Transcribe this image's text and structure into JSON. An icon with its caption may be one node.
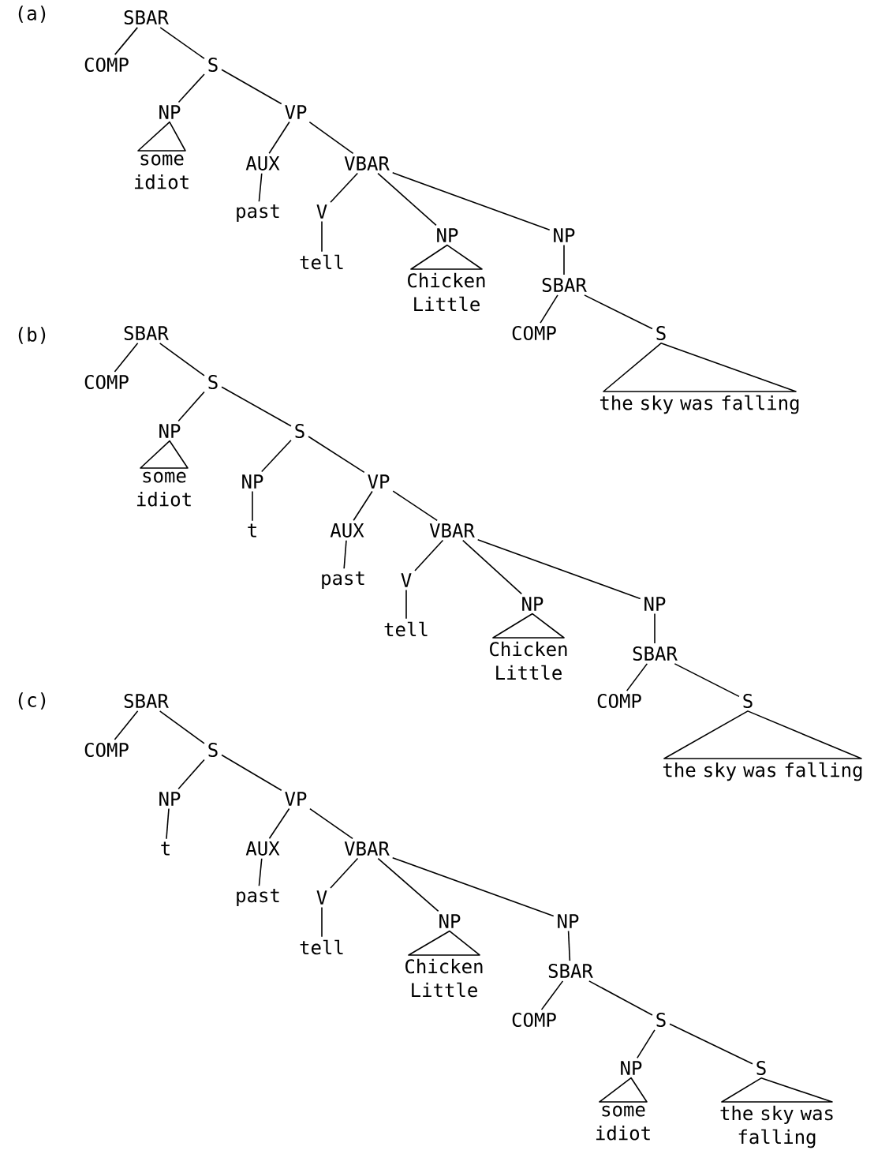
{
  "diagram": {
    "nodes": [
      {
        "text": [
          "SBAR"
        ]
      },
      {
        "text": [
          "COMP"
        ]
      },
      {
        "text": [
          "S"
        ]
      },
      {
        "text": [
          "NP"
        ],
        "beside": [
          "some idiot"
        ]
      },
      {
        "text": [
          "VP"
        ]
      },
      {
        "text": [
          "AUX"
        ]
      },
      {
        "text": [
          "VBAR"
        ]
      },
      {
        "text": [
          "past"
        ]
      },
      {
        "text": [
          "V"
        ]
      },
      {
        "text": [
          "NP"
        ],
        "beside": [
          "Chicken Little"
        ]
      },
      {
        "text": [
          "NP"
        ]
      },
      {
        "text": [
          "tell"
        ]
      },
      {
        "text": [
          "SBAR"
        ]
      },
      {
        "text": [
          "COMP"
        ]
      },
      {
        "text": [
          "S"
        ],
        "beside": [
          "the sky was falling"
        ]
      },
      {
        "text": [
          "SBAR"
        ]
      },
      {
        "text": [
          "COMP"
        ]
      },
      {
        "text": [
          "S"
        ]
      },
      {
        "text": [
          "NP"
        ],
        "beside": [
          "some idiot"
        ]
      },
      {
        "text": [
          "S"
        ]
      },
      {
        "text": [
          "NP"
        ]
      },
      {
        "text": [
          "VP"
        ]
      },
      {
        "text": [
          "t"
        ]
      },
      {
        "text": [
          "AUX"
        ]
      },
      {
        "text": [
          "VBAR"
        ]
      },
      {
        "text": [
          "past"
        ]
      },
      {
        "text": [
          "V"
        ]
      },
      {
        "text": [
          "NP"
        ],
        "beside": [
          "Chicken Little"
        ]
      },
      {
        "text": [
          "NP"
        ]
      },
      {
        "text": [
          "tell"
        ]
      },
      {
        "text": [
          "SBAR"
        ]
      },
      {
        "text": [
          "COMP"
        ]
      },
      {
        "text": [
          "S"
        ],
        "beside": [
          "the sky was falling"
        ]
      },
      {
        "text": [
          "SBAR"
        ]
      },
      {
        "text": [
          "COMP"
        ]
      },
      {
        "text": [
          "S"
        ]
      },
      {
        "text": [
          "NP"
        ]
      },
      {
        "text": [
          "VP"
        ]
      },
      {
        "text": [
          "t"
        ]
      },
      {
        "text": [
          "AUX"
        ]
      },
      {
        "text": [
          "VBAR"
        ]
      },
      {
        "text": [
          "past"
        ]
      },
      {
        "text": [
          "V"
        ]
      },
      {
        "text": [
          "NP"
        ],
        "beside": [
          "Chicken Little"
        ]
      },
      {
        "text": [
          "NP"
        ]
      },
      {
        "text": [
          "tell"
        ]
      },
      {
        "text": [
          "SBAR"
        ]
      },
      {
        "text": [
          "COMP"
        ]
      },
      {
        "text": [
          "S"
        ]
      },
      {
        "text": [
          "NP"
        ],
        "beside": [
          "some idiot"
        ]
      },
      {
        "text": [
          "S"
        ],
        "beside": [
          "the sky was falling"
        ]
      }
    ],
    "edges": [
      {
        "from": 0,
        "to": 1,
        "arrow": "none"
      },
      {
        "from": 0,
        "to": 2,
        "arrow": "none"
      },
      {
        "from": 2,
        "to": 3,
        "arrow": "none"
      },
      {
        "from": 2,
        "to": 4,
        "arrow": "none"
      },
      {
        "from": 4,
        "to": 5,
        "arrow": "none"
      },
      {
        "from": 4,
        "to": 6,
        "arrow": "none"
      },
      {
        "from": 5,
        "to": 7,
        "arrow": "none"
      },
      {
        "from": 6,
        "to": 8,
        "arrow": "none"
      },
      {
        "from": 6,
        "to": 9,
        "arrow": "none"
      },
      {
        "from": 6,
        "to": 10,
        "arrow": "none"
      },
      {
        "from": 8,
        "to": 11,
        "arrow": "none"
      },
      {
        "from": 10,
        "to": 12,
        "arrow": "none"
      },
      {
        "from": 12,
        "to": 13,
        "arrow": "none"
      },
      {
        "from": 12,
        "to": 14,
        "arrow": "none"
      },
      {
        "from": 15,
        "to": 16,
        "arrow": "none"
      },
      {
        "from": 15,
        "to": 17,
        "arrow": "none"
      },
      {
        "from": 17,
        "to": 18,
        "arrow": "none"
      },
      {
        "from": 17,
        "to": 19,
        "arrow": "none"
      },
      {
        "from": 19,
        "to": 20,
        "arrow": "none"
      },
      {
        "from": 19,
        "to": 21,
        "arrow": "none"
      },
      {
        "from": 20,
        "to": 22,
        "arrow": "none"
      },
      {
        "from": 21,
        "to": 23,
        "arrow": "none"
      },
      {
        "from": 21,
        "to": 24,
        "arrow": "none"
      },
      {
        "from": 23,
        "to": 25,
        "arrow": "none"
      },
      {
        "from": 24,
        "to": 26,
        "arrow": "none"
      },
      {
        "from": 24,
        "to": 27,
        "arrow": "none"
      },
      {
        "from": 24,
        "to": 28,
        "arrow": "none"
      },
      {
        "from": 26,
        "to": 29,
        "arrow": "none"
      },
      {
        "from": 28,
        "to": 30,
        "arrow": "none"
      },
      {
        "from": 30,
        "to": 31,
        "arrow": "none"
      },
      {
        "from": 30,
        "to": 32,
        "arrow": "none"
      },
      {
        "from": 33,
        "to": 34,
        "arrow": "none"
      },
      {
        "from": 33,
        "to": 35,
        "arrow": "none"
      },
      {
        "from": 35,
        "to": 36,
        "arrow": "none"
      },
      {
        "from": 35,
        "to": 37,
        "arrow": "none"
      },
      {
        "from": 36,
        "to": 38,
        "arrow": "none"
      },
      {
        "from": 37,
        "to": 39,
        "arrow": "none"
      },
      {
        "from": 37,
        "to": 40,
        "arrow": "none"
      },
      {
        "from": 39,
        "to": 41,
        "arrow": "none"
      },
      {
        "from": 40,
        "to": 42,
        "arrow": "none"
      },
      {
        "from": 40,
        "to": 43,
        "arrow": "none"
      },
      {
        "from": 40,
        "to": 44,
        "arrow": "none"
      },
      {
        "from": 42,
        "to": 45,
        "arrow": "none"
      },
      {
        "from": 44,
        "to": 46,
        "arrow": "none"
      },
      {
        "from": 46,
        "to": 47,
        "arrow": "none"
      },
      {
        "from": 46,
        "to": 48,
        "arrow": "none"
      },
      {
        "from": 48,
        "to": 49,
        "arrow": "none"
      },
      {
        "from": 48,
        "to": 50,
        "arrow": "none"
      }
    ],
    "labels": [
      "(a)",
      "(b)",
      "(c)"
    ]
  }
}
